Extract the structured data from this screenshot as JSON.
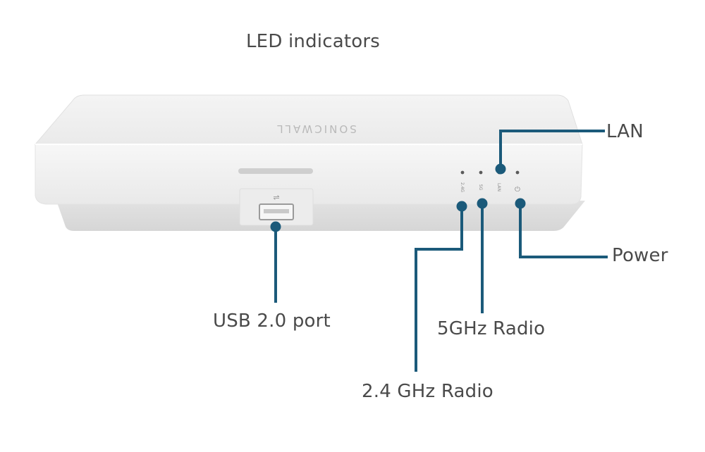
{
  "title": "LED indicators",
  "device": {
    "brand": "SONICWALL",
    "led_marks": [
      "2.4G",
      "5G",
      "LAN",
      "⏻"
    ]
  },
  "callouts": {
    "lan": "LAN",
    "power": "Power",
    "usb": "USB 2.0 port",
    "ghz5": "5GHz Radio",
    "ghz24": "2.4 GHz Radio"
  },
  "colors": {
    "callout_line": "#1b5a7a",
    "label_text": "#4a4a4a",
    "device_body": "#f3f3f3"
  }
}
